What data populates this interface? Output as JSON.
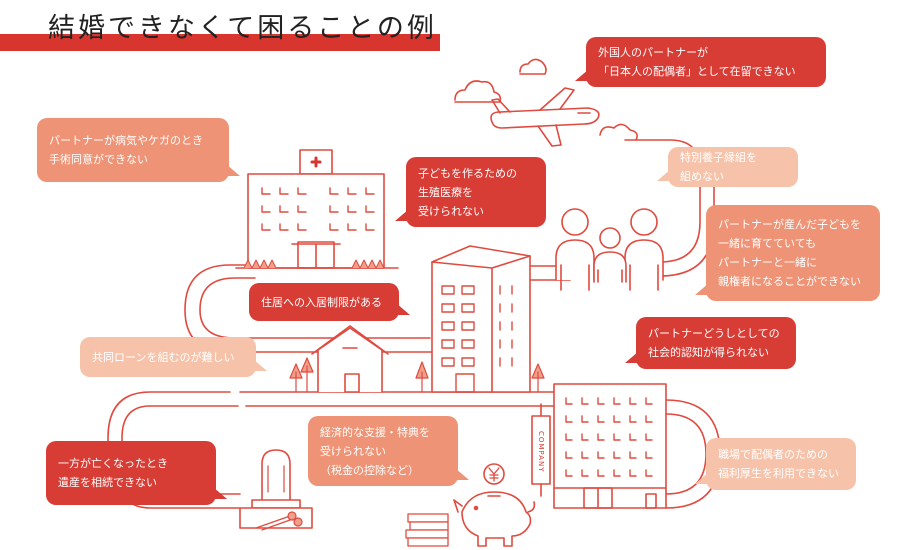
{
  "title": "結婚できなくて困ることの例",
  "colors": {
    "accent": "#d8352e",
    "bubble_red": "#d73c35",
    "bubble_salmon": "#ee9375",
    "bubble_peach": "#f6c3aa",
    "line": "#e04a3f"
  },
  "sign_text": "COMPANY",
  "icons": [
    "hospital-icon",
    "airplane-icon",
    "cloud-icon",
    "family-icon",
    "apartment-icon",
    "house-icon",
    "tree-icon",
    "office-icon",
    "gravestone-icon",
    "piggy-bank-icon",
    "yen-coin-icon",
    "coin-stack-icon",
    "flowers-icon"
  ],
  "bubbles": {
    "foreign_partner": [
      "外国人のパートナーが",
      "「日本人の配偶者」として在留できない"
    ],
    "surgery_consent": [
      "パートナーが病気やケガのとき",
      "手術同意ができない"
    ],
    "fertility": [
      "子どもを作るための",
      "生殖医療を",
      "受けられない"
    ],
    "adoption": [
      "特別養子縁組を",
      "組めない"
    ],
    "parental_rights": [
      "パートナーが産んだ子どもを",
      "一緒に育てていても",
      "パートナーと一緒に",
      "親権者になることができない"
    ],
    "housing": [
      "住居への入居制限がある"
    ],
    "joint_loan": [
      "共同ローンを組むのが難しい"
    ],
    "social_recognition": [
      "パートナーどうしとしての",
      "社会的認知が得られない"
    ],
    "tax_support": [
      "経済的な支援・特典を",
      "受けられない",
      "（税金の控除など）"
    ],
    "inheritance": [
      "一方が亡くなったとき",
      "遺産を相続できない"
    ],
    "welfare": [
      "職場で配偶者のための",
      "福利厚生を利用できない"
    ]
  }
}
